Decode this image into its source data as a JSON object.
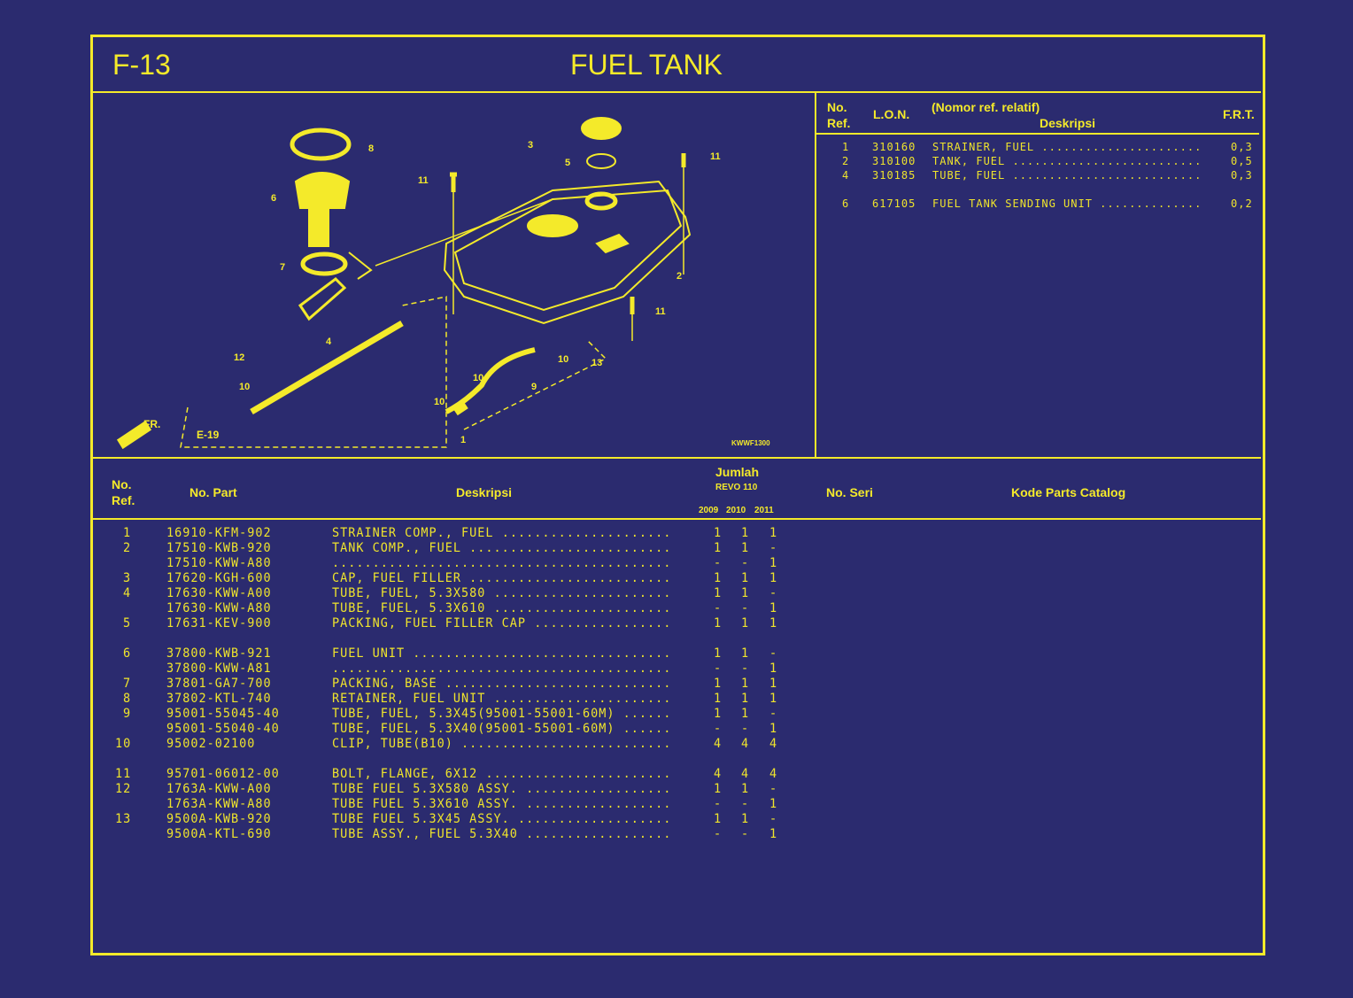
{
  "header": {
    "code": "F-13",
    "title": "FUEL TANK"
  },
  "diagram": {
    "figure_code": "KWWF1300",
    "front_label": "FR.",
    "ref_label": "E-19",
    "callouts": [
      "8",
      "6",
      "7",
      "12",
      "10",
      "4",
      "11",
      "3",
      "5",
      "11",
      "2",
      "11",
      "10",
      "13",
      "10",
      "9",
      "10",
      "1"
    ]
  },
  "frt_table": {
    "headers": {
      "no_ref": [
        "No.",
        "Ref."
      ],
      "lon": "L.O.N.",
      "desc_top": "(Nomor ref. relatif)",
      "desc": "Deskripsi",
      "frt": "F.R.T."
    },
    "rows": [
      {
        "ref": "1",
        "lon": "310160",
        "desc": "STRAINER, FUEL",
        "frt": "0,3"
      },
      {
        "ref": "2",
        "lon": "310100",
        "desc": "TANK, FUEL",
        "frt": "0,5"
      },
      {
        "ref": "4",
        "lon": "310185",
        "desc": "TUBE, FUEL",
        "frt": "0,3"
      },
      {
        "ref": "6",
        "lon": "617105",
        "desc": "FUEL TANK SENDING UNIT",
        "frt": "0,2",
        "gap_before": true
      }
    ]
  },
  "parts_table": {
    "headers": {
      "no_ref": [
        "No.",
        "Ref."
      ],
      "part": "No. Part",
      "desc": "Deskripsi",
      "jumlah": "Jumlah",
      "model": "REVO 110",
      "years": [
        "2009",
        "2010",
        "2011"
      ],
      "serial": "No. Seri",
      "catalog": "Kode Parts Catalog"
    },
    "rows": [
      {
        "ref": "1",
        "part": "16910-KFM-902",
        "desc": "STRAINER COMP., FUEL",
        "qty": [
          "1",
          "1",
          "1"
        ]
      },
      {
        "ref": "2",
        "part": "17510-KWB-920",
        "desc": "TANK COMP., FUEL",
        "qty": [
          "1",
          "1",
          "-"
        ]
      },
      {
        "ref": "",
        "part": "17510-KWW-A80",
        "desc": "",
        "qty": [
          "-",
          "-",
          "1"
        ]
      },
      {
        "ref": "3",
        "part": "17620-KGH-600",
        "desc": "CAP, FUEL FILLER",
        "qty": [
          "1",
          "1",
          "1"
        ]
      },
      {
        "ref": "4",
        "part": "17630-KWW-A00",
        "desc": "TUBE, FUEL, 5.3X580",
        "qty": [
          "1",
          "1",
          "-"
        ]
      },
      {
        "ref": "",
        "part": "17630-KWW-A80",
        "desc": "TUBE, FUEL, 5.3X610",
        "qty": [
          "-",
          "-",
          "1"
        ]
      },
      {
        "ref": "5",
        "part": "17631-KEV-900",
        "desc": "PACKING, FUEL FILLER CAP",
        "qty": [
          "1",
          "1",
          "1"
        ]
      },
      {
        "ref": "6",
        "part": "37800-KWB-921",
        "desc": "FUEL UNIT",
        "qty": [
          "1",
          "1",
          "-"
        ],
        "gap_before": true
      },
      {
        "ref": "",
        "part": "37800-KWW-A81",
        "desc": "",
        "qty": [
          "-",
          "-",
          "1"
        ]
      },
      {
        "ref": "7",
        "part": "37801-GA7-700",
        "desc": "PACKING, BASE",
        "qty": [
          "1",
          "1",
          "1"
        ]
      },
      {
        "ref": "8",
        "part": "37802-KTL-740",
        "desc": "RETAINER, FUEL UNIT",
        "qty": [
          "1",
          "1",
          "1"
        ]
      },
      {
        "ref": "9",
        "part": "95001-55045-40",
        "desc": "TUBE, FUEL, 5.3X45(95001-55001-60M)",
        "qty": [
          "1",
          "1",
          "-"
        ]
      },
      {
        "ref": "",
        "part": "95001-55040-40",
        "desc": "TUBE, FUEL, 5.3X40(95001-55001-60M)",
        "qty": [
          "-",
          "-",
          "1"
        ]
      },
      {
        "ref": "10",
        "part": "95002-02100",
        "desc": "CLIP, TUBE(B10)",
        "qty": [
          "4",
          "4",
          "4"
        ]
      },
      {
        "ref": "11",
        "part": "95701-06012-00",
        "desc": "BOLT, FLANGE, 6X12",
        "qty": [
          "4",
          "4",
          "4"
        ],
        "gap_before": true
      },
      {
        "ref": "12",
        "part": "1763A-KWW-A00",
        "desc": "TUBE FUEL 5.3X580 ASSY.",
        "qty": [
          "1",
          "1",
          "-"
        ]
      },
      {
        "ref": "",
        "part": "1763A-KWW-A80",
        "desc": "TUBE FUEL 5.3X610 ASSY.",
        "qty": [
          "-",
          "-",
          "1"
        ]
      },
      {
        "ref": "13",
        "part": "9500A-KWB-920",
        "desc": "TUBE FUEL 5.3X45 ASSY.",
        "qty": [
          "1",
          "1",
          "-"
        ]
      },
      {
        "ref": "",
        "part": "9500A-KTL-690",
        "desc": "TUBE ASSY., FUEL 5.3X40",
        "qty": [
          "-",
          "-",
          "1"
        ]
      }
    ]
  },
  "colors": {
    "background": "#2b2b6f",
    "ink": "#f4ea2a"
  }
}
